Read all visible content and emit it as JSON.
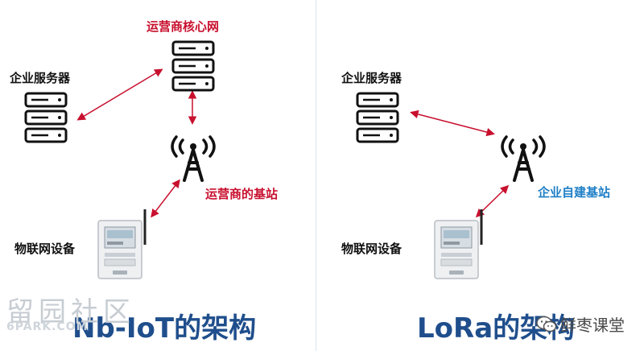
{
  "left": {
    "core_label": "运营商核心网",
    "server_label": "企业服务器",
    "base_label": "运营商的基站",
    "device_label": "物联网设备",
    "caption": "Nb-IoT的架构"
  },
  "right": {
    "server_label": "企业服务器",
    "base_label": "企业自建基站",
    "device_label": "物联网设备",
    "caption": "LoRa的架构"
  },
  "watermarks": {
    "left_main": "留园社区",
    "left_sub": "6PARK.COM",
    "right_text": "鲜枣课堂"
  },
  "colors": {
    "red": "#c8102e",
    "blue": "#1e7fc7",
    "caption_blue": "#1f4e8c"
  },
  "icons": [
    "server-icon",
    "antenna-tower-icon",
    "meter-device-icon",
    "wechat-icon"
  ]
}
